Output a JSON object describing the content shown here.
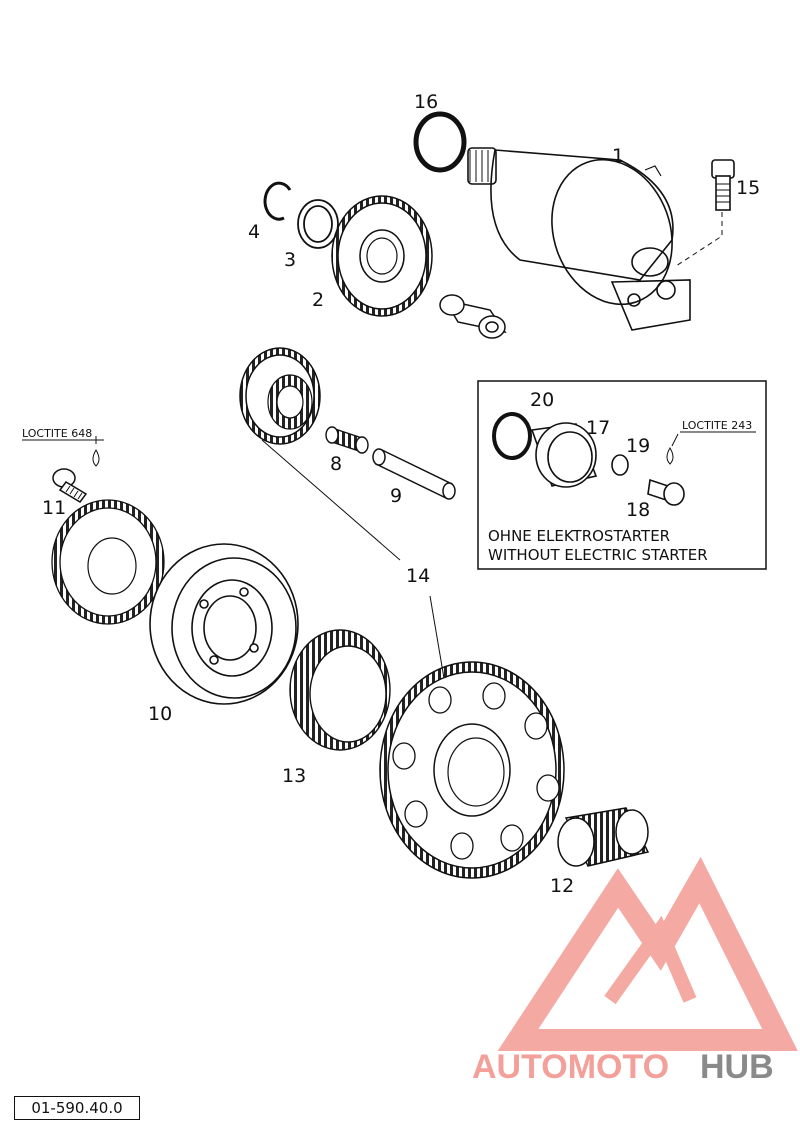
{
  "parts": [
    {
      "id": "1",
      "label": "1"
    },
    {
      "id": "2",
      "label": "2"
    },
    {
      "id": "3",
      "label": "3"
    },
    {
      "id": "4",
      "label": "4"
    },
    {
      "id": "8",
      "label": "8"
    },
    {
      "id": "9",
      "label": "9"
    },
    {
      "id": "10",
      "label": "10"
    },
    {
      "id": "11",
      "label": "11"
    },
    {
      "id": "12",
      "label": "12"
    },
    {
      "id": "13",
      "label": "13"
    },
    {
      "id": "14",
      "label": "14"
    },
    {
      "id": "15",
      "label": "15"
    },
    {
      "id": "16",
      "label": "16"
    },
    {
      "id": "17",
      "label": "17"
    },
    {
      "id": "18",
      "label": "18"
    },
    {
      "id": "19",
      "label": "19"
    },
    {
      "id": "20",
      "label": "20"
    }
  ],
  "notes": {
    "loctite_648": "LOCTITE 648",
    "loctite_243": "LOCTITE 243"
  },
  "inset": {
    "line1": "OHNE ELEKTROSTARTER",
    "line2": "WITHOUT ELECTRIC STARTER"
  },
  "diagram_code": "01-590.40.0",
  "watermark": {
    "part1": "AUTOMOTO",
    "part2": "HUB",
    "color1": "#f4a09a",
    "color2": "#8a8a8a"
  }
}
